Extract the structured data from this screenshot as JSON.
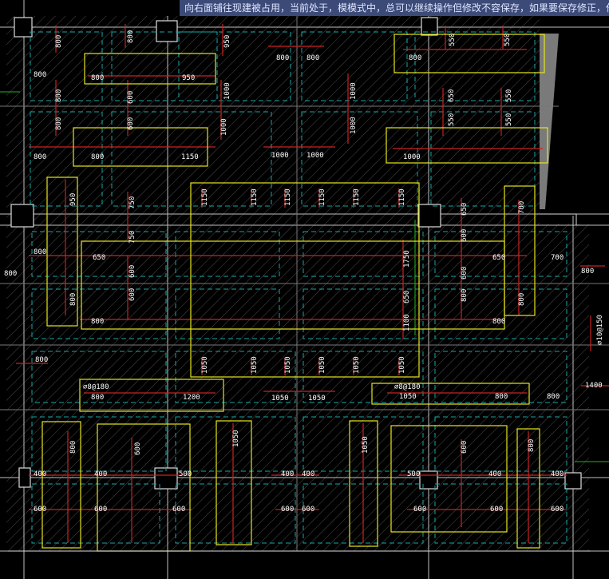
{
  "banner": {
    "text": "向右面铺往现建被占用，当前处于，模模式中，总可以继续操作但修改不容保存，如果要保存修正，任右键点"
  },
  "colors": {
    "background": "#000000",
    "hatch": "#4a4a4a",
    "dashed_outline": "#19a6a6",
    "rebar": "#cc2222",
    "highlight_box": "#e6e61a",
    "annotation_text": "#ffffff",
    "grid": "#bfbfbf",
    "green_line": "#1fb51f",
    "banner": "#3c4a78"
  },
  "annotations": {
    "a1": "800",
    "a2": "800",
    "a3": "950",
    "a4": "800",
    "a5": "800",
    "a6": "950",
    "a7": "800",
    "a8": "550",
    "a9": "550",
    "a10": "800",
    "a11": "800",
    "a12": "600",
    "a13": "1000",
    "a14": "1000",
    "a15": "650",
    "a16": "550",
    "a17": "800",
    "a18": "800",
    "a19": "600",
    "a20": "1000",
    "a21": "1000",
    "a22": "550",
    "a23": "550",
    "a24": "800",
    "a25": "800",
    "a26": "1150",
    "a27": "1000",
    "a28": "1000",
    "a29": "1000",
    "a30": "950",
    "a31": "750",
    "a32": "1150",
    "a33": "1150",
    "a34": "1150",
    "a35": "1150",
    "a36": "1150",
    "a37": "1150",
    "a38": "650",
    "a39": "700",
    "a40": "800",
    "a41": "750",
    "a42": "650",
    "a43": "800",
    "a44": "600",
    "a45": "1750",
    "a46": "650",
    "a47": "600",
    "a48": "700",
    "a49": "800",
    "a50": "800",
    "a51": "600",
    "a52": "650",
    "a53": "600",
    "a54": "800",
    "a55": "800",
    "a56": "1100",
    "a57": "800",
    "a58": "800",
    "a59": "⌀10@150",
    "a60": "800",
    "a61": "1050",
    "a62": "1050",
    "a63": "1050",
    "a64": "1050",
    "a65": "1050",
    "a66": "1050",
    "a67": "⌀8@180",
    "a68": "800",
    "a69": "1200",
    "a70": "1050",
    "a71": "1050",
    "a72": "⌀8@180",
    "a73": "1050",
    "a74": "800",
    "a75": "800",
    "a76": "1400",
    "a77": "800",
    "a78": "600",
    "a79": "1050",
    "a80": "1050",
    "a81": "600",
    "a82": "800",
    "a83": "400",
    "a84": "400",
    "a85": "500",
    "a86": "400",
    "a87": "400",
    "a88": "500",
    "a89": "400",
    "a90": "400",
    "a91": "600",
    "a92": "600",
    "a93": "600",
    "a94": "600",
    "a95": "600",
    "a96": "600",
    "a97": "600",
    "a98": "600"
  }
}
